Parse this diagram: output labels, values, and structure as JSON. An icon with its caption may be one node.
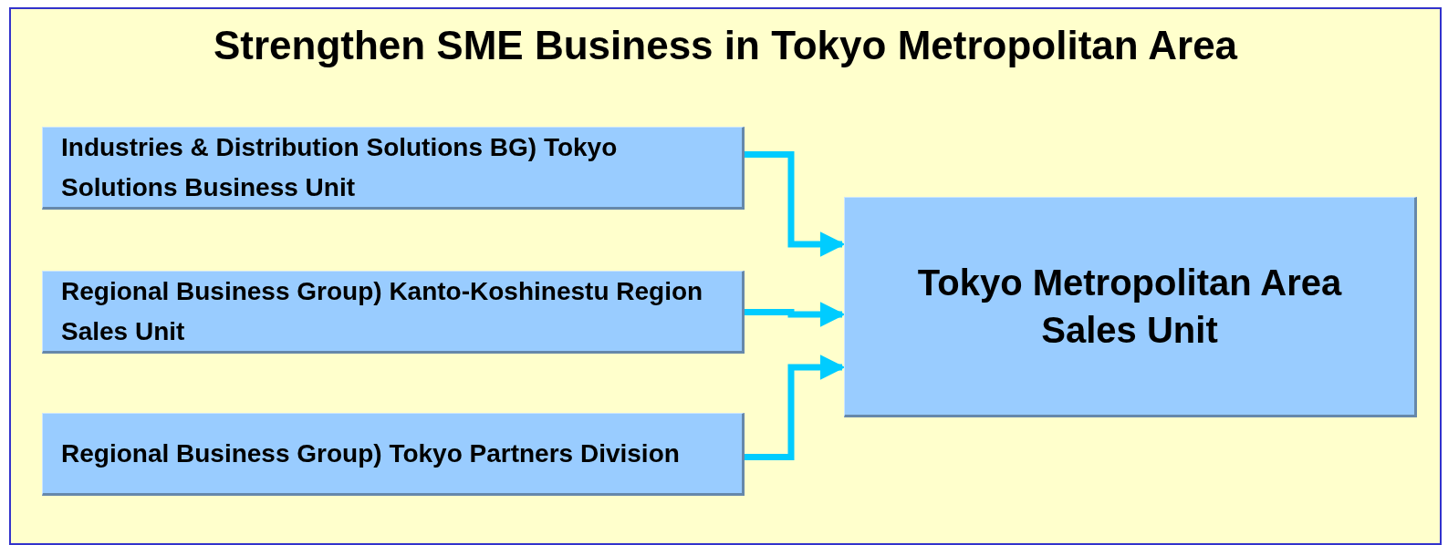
{
  "diagram": {
    "title": "Strengthen SME Business in Tokyo Metropolitan Area",
    "nodes": [
      {
        "text": [
          "Industries & Distribution Solutions BG) Tokyo Solutions Business Unit"
        ]
      },
      {
        "text": [
          "Regional Business Group) Kanto-Koshinestu Region Sales Unit"
        ]
      },
      {
        "text": [
          "Regional Business Group) Tokyo Partners Division"
        ]
      },
      {
        "text": [
          "Tokyo Metropolitan Area Sales Unit"
        ]
      }
    ],
    "edges": [
      {
        "from": 0,
        "to": 3,
        "arrow": "to"
      },
      {
        "from": 1,
        "to": 3,
        "arrow": "to"
      },
      {
        "from": 2,
        "to": 3,
        "arrow": "to"
      }
    ]
  }
}
